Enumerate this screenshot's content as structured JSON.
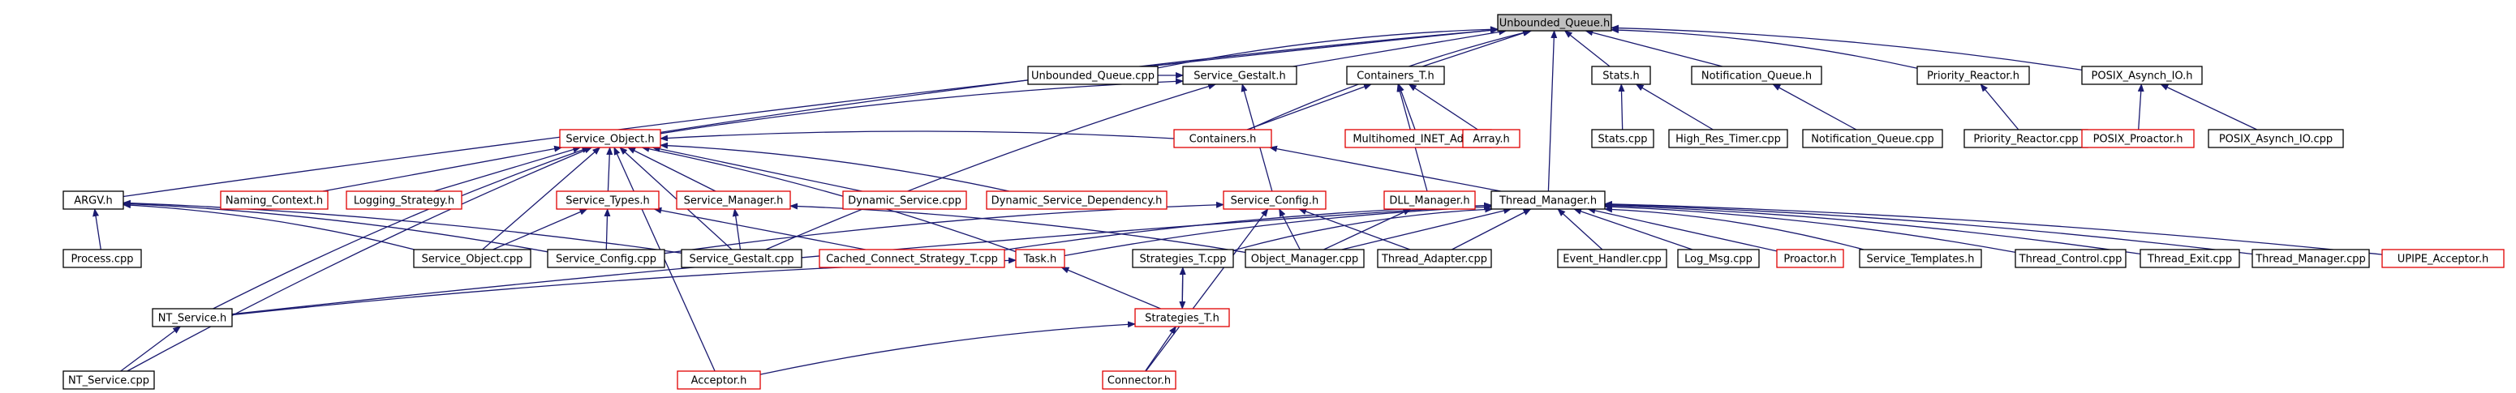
{
  "diagram": {
    "arrow_color": "#1a1a70",
    "nodes": [
      {
        "id": "root",
        "label": "Unbounded_Queue.h",
        "kind": "root"
      },
      {
        "id": "uq_cpp",
        "label": "Unbounded_Queue.cpp",
        "kind": "normal"
      },
      {
        "id": "sg_h",
        "label": "Service_Gestalt.h",
        "kind": "normal"
      },
      {
        "id": "cont_h",
        "label": "Containers_T.h",
        "kind": "normal"
      },
      {
        "id": "stats_h",
        "label": "Stats.h",
        "kind": "normal"
      },
      {
        "id": "nq_h",
        "label": "Notification_Queue.h",
        "kind": "normal"
      },
      {
        "id": "pr_h",
        "label": "Priority_Reactor.h",
        "kind": "normal"
      },
      {
        "id": "pa_h",
        "label": "POSIX_Asynch_IO.h",
        "kind": "normal"
      },
      {
        "id": "so_h",
        "label": "Service_Object.h",
        "kind": "missing"
      },
      {
        "id": "containers_h",
        "label": "Containers.h",
        "kind": "missing"
      },
      {
        "id": "mia_h",
        "label": "Multihomed_INET_Addr.h",
        "kind": "missing"
      },
      {
        "id": "array_h",
        "label": "Array.h",
        "kind": "missing"
      },
      {
        "id": "stats_cpp",
        "label": "Stats.cpp",
        "kind": "normal"
      },
      {
        "id": "hrt_cpp",
        "label": "High_Res_Timer.cpp",
        "kind": "normal"
      },
      {
        "id": "nq_cpp",
        "label": "Notification_Queue.cpp",
        "kind": "normal"
      },
      {
        "id": "pr_cpp",
        "label": "Priority_Reactor.cpp",
        "kind": "normal"
      },
      {
        "id": "pp_h",
        "label": "POSIX_Proactor.h",
        "kind": "missing"
      },
      {
        "id": "pa_cpp",
        "label": "POSIX_Asynch_IO.cpp",
        "kind": "normal"
      },
      {
        "id": "argv_h",
        "label": "ARGV.h",
        "kind": "normal"
      },
      {
        "id": "nc_h",
        "label": "Naming_Context.h",
        "kind": "missing"
      },
      {
        "id": "ls_h",
        "label": "Logging_Strategy.h",
        "kind": "missing"
      },
      {
        "id": "st_h",
        "label": "Service_Types.h",
        "kind": "missing"
      },
      {
        "id": "sm_h",
        "label": "Service_Manager.h",
        "kind": "missing"
      },
      {
        "id": "ds_cpp",
        "label": "Dynamic_Service.cpp",
        "kind": "missing"
      },
      {
        "id": "dsd_h",
        "label": "Dynamic_Service_Dependency.h",
        "kind": "missing"
      },
      {
        "id": "sc_h",
        "label": "Service_Config.h",
        "kind": "missing"
      },
      {
        "id": "dll_h",
        "label": "DLL_Manager.h",
        "kind": "missing"
      },
      {
        "id": "tm_h",
        "label": "Thread_Manager.h",
        "kind": "normal"
      },
      {
        "id": "proc_cpp",
        "label": "Process.cpp",
        "kind": "normal"
      },
      {
        "id": "so_cpp",
        "label": "Service_Object.cpp",
        "kind": "normal"
      },
      {
        "id": "sc_cpp",
        "label": "Service_Config.cpp",
        "kind": "normal"
      },
      {
        "id": "sg_cpp",
        "label": "Service_Gestalt.cpp",
        "kind": "normal"
      },
      {
        "id": "ccs_cpp",
        "label": "Cached_Connect_Strategy_T.cpp",
        "kind": "missing"
      },
      {
        "id": "task_h",
        "label": "Task.h",
        "kind": "missing"
      },
      {
        "id": "strat_cpp",
        "label": "Strategies_T.cpp",
        "kind": "normal"
      },
      {
        "id": "om_cpp",
        "label": "Object_Manager.cpp",
        "kind": "normal"
      },
      {
        "id": "ta_cpp",
        "label": "Thread_Adapter.cpp",
        "kind": "normal"
      },
      {
        "id": "eh_cpp",
        "label": "Event_Handler.cpp",
        "kind": "normal"
      },
      {
        "id": "lm_cpp",
        "label": "Log_Msg.cpp",
        "kind": "normal"
      },
      {
        "id": "proactor_h",
        "label": "Proactor.h",
        "kind": "missing"
      },
      {
        "id": "stm_h",
        "label": "Service_Templates.h",
        "kind": "normal"
      },
      {
        "id": "tc_cpp",
        "label": "Thread_Control.cpp",
        "kind": "normal"
      },
      {
        "id": "te_cpp",
        "label": "Thread_Exit.cpp",
        "kind": "normal"
      },
      {
        "id": "tm_cpp",
        "label": "Thread_Manager.cpp",
        "kind": "normal"
      },
      {
        "id": "upipe_h",
        "label": "UPIPE_Acceptor.h",
        "kind": "missing"
      },
      {
        "id": "nts_h",
        "label": "NT_Service.h",
        "kind": "normal"
      },
      {
        "id": "strat_h",
        "label": "Strategies_T.h",
        "kind": "missing"
      },
      {
        "id": "nts_cpp",
        "label": "NT_Service.cpp",
        "kind": "normal"
      },
      {
        "id": "acc_h",
        "label": "Acceptor.h",
        "kind": "missing"
      },
      {
        "id": "conn_h",
        "label": "Connector.h",
        "kind": "missing"
      }
    ],
    "edges": [
      [
        "uq_cpp",
        "root"
      ],
      [
        "sg_h",
        "root"
      ],
      [
        "cont_h",
        "root"
      ],
      [
        "stats_h",
        "root"
      ],
      [
        "nq_h",
        "root"
      ],
      [
        "pr_h",
        "root"
      ],
      [
        "pa_h",
        "root"
      ],
      [
        "argv_h",
        "root"
      ],
      [
        "tm_h",
        "root"
      ],
      [
        "so_h",
        "root"
      ],
      [
        "containers_h",
        "root"
      ],
      [
        "uq_cpp",
        "sg_h"
      ],
      [
        "so_h",
        "sg_h"
      ],
      [
        "sc_h",
        "sg_h"
      ],
      [
        "sg_cpp",
        "sg_h"
      ],
      [
        "containers_h",
        "cont_h"
      ],
      [
        "mia_h",
        "cont_h"
      ],
      [
        "array_h",
        "cont_h"
      ],
      [
        "dll_h",
        "cont_h"
      ],
      [
        "stats_cpp",
        "stats_h"
      ],
      [
        "hrt_cpp",
        "stats_h"
      ],
      [
        "nq_cpp",
        "nq_h"
      ],
      [
        "pr_cpp",
        "pr_h"
      ],
      [
        "pp_h",
        "pa_h"
      ],
      [
        "pa_cpp",
        "pa_h"
      ],
      [
        "nc_h",
        "so_h"
      ],
      [
        "ls_h",
        "so_h"
      ],
      [
        "st_h",
        "so_h"
      ],
      [
        "sm_h",
        "so_h"
      ],
      [
        "ds_cpp",
        "so_h"
      ],
      [
        "dsd_h",
        "so_h"
      ],
      [
        "so_cpp",
        "so_h"
      ],
      [
        "sg_cpp",
        "so_h"
      ],
      [
        "task_h",
        "so_h"
      ],
      [
        "acc_h",
        "so_h"
      ],
      [
        "nts_cpp",
        "so_h"
      ],
      [
        "containers_h",
        "so_h"
      ],
      [
        "sc_cpp",
        "st_h"
      ],
      [
        "ccs_cpp",
        "st_h"
      ],
      [
        "so_cpp",
        "st_h"
      ],
      [
        "sg_cpp",
        "sm_h"
      ],
      [
        "om_cpp",
        "sm_h"
      ],
      [
        "sc_cpp",
        "sc_h"
      ],
      [
        "ta_cpp",
        "sc_h"
      ],
      [
        "om_cpp",
        "sc_h"
      ],
      [
        "conn_h",
        "sc_h"
      ],
      [
        "proc_cpp",
        "argv_h"
      ],
      [
        "sc_cpp",
        "argv_h"
      ],
      [
        "sg_cpp",
        "argv_h"
      ],
      [
        "so_cpp",
        "argv_h"
      ],
      [
        "om_cpp",
        "dll_h"
      ],
      [
        "tm_h",
        "containers_h"
      ],
      [
        "task_h",
        "tm_h"
      ],
      [
        "strat_cpp",
        "tm_h"
      ],
      [
        "om_cpp",
        "tm_h"
      ],
      [
        "ta_cpp",
        "tm_h"
      ],
      [
        "eh_cpp",
        "tm_h"
      ],
      [
        "lm_cpp",
        "tm_h"
      ],
      [
        "proactor_h",
        "tm_h"
      ],
      [
        "stm_h",
        "tm_h"
      ],
      [
        "tc_cpp",
        "tm_h"
      ],
      [
        "te_cpp",
        "tm_h"
      ],
      [
        "tm_cpp",
        "tm_h"
      ],
      [
        "upipe_h",
        "tm_h"
      ],
      [
        "nts_h",
        "tm_h"
      ],
      [
        "ccs_cpp",
        "tm_h"
      ],
      [
        "nts_h",
        "task_h"
      ],
      [
        "strat_h",
        "task_h"
      ],
      [
        "strat_h",
        "strat_cpp"
      ],
      [
        "strat_cpp",
        "strat_h"
      ],
      [
        "nts_cpp",
        "nts_h"
      ],
      [
        "acc_h",
        "strat_h"
      ],
      [
        "conn_h",
        "strat_h"
      ],
      [
        "nts_h",
        "so_h"
      ]
    ]
  }
}
